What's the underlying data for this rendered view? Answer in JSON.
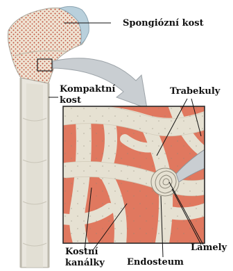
{
  "labels": {
    "spongy_bone": "Spongiózní kost",
    "compact_bone_line1": "Kompaktní",
    "compact_bone_line2": "kost",
    "trabeculae": "Trabekuly",
    "lamellae": "Lamely",
    "canaliculi_line1": "Kostní",
    "canaliculi_line2": "kanálky",
    "endosteum": "Endosteum"
  },
  "colors": {
    "marrow": "#e0785f",
    "trabecula": "#e6e1d2",
    "cartilage": "#b9d0dc",
    "compact": "#e9e6de",
    "spongy_fill": "#efe3d2",
    "spongy_dots": "#c0503a",
    "arrow": "#c9ced2"
  }
}
